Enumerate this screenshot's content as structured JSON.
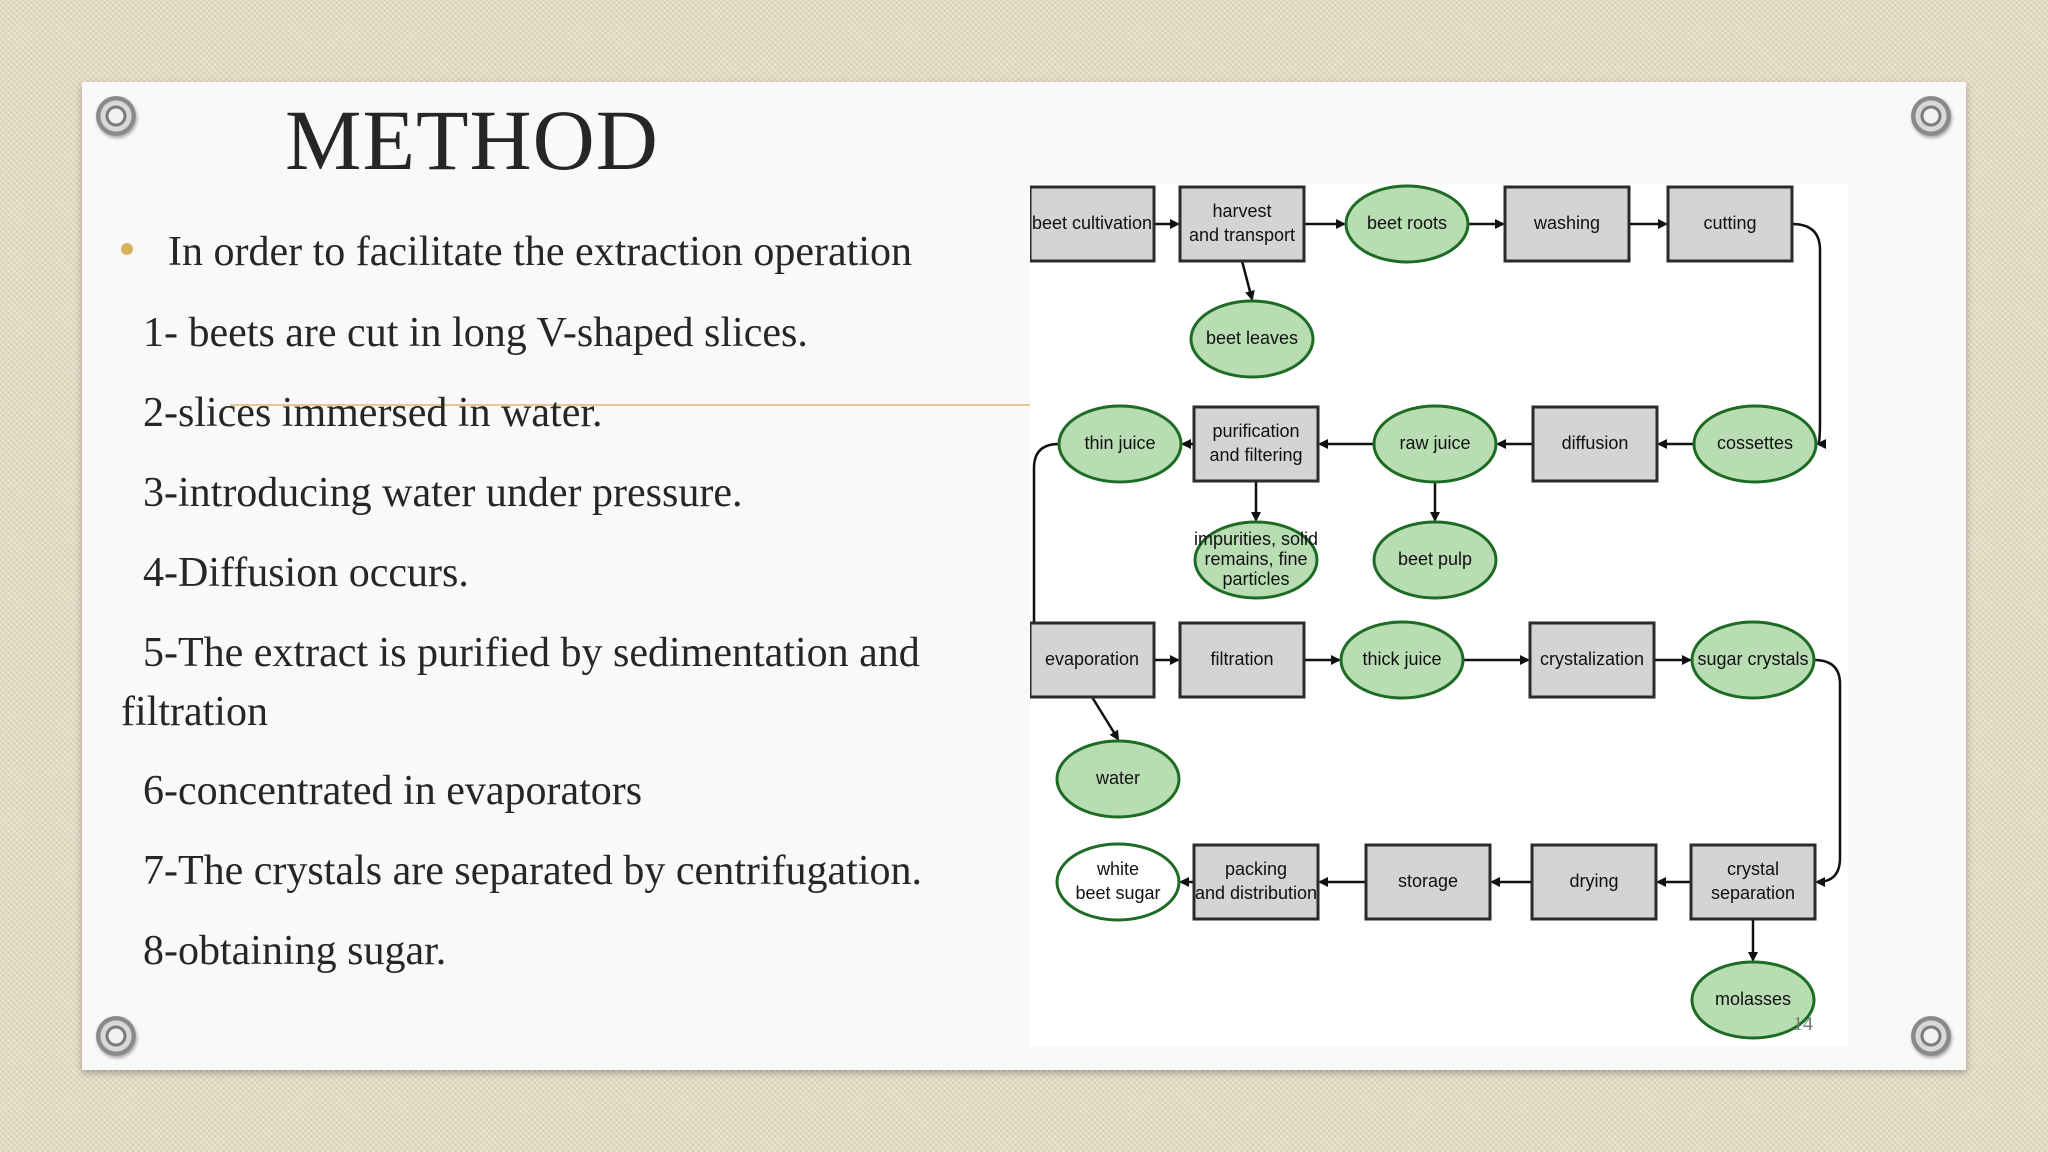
{
  "slide": {
    "title": "METHOD",
    "intro": "In order to facilitate the extraction operation",
    "steps": [
      "1- beets are cut in long V-shaped slices.",
      "2-slices immersed in water.",
      "3-introducing water under pressure.",
      "4-Diffusion occurs.",
      "5-The extract is purified by sedimentation and",
      "filtration",
      "6-concentrated in evaporators",
      "7-The crystals are separated by centrifugation.",
      "8-obtaining sugar."
    ],
    "page_number": "14"
  },
  "colors": {
    "process_box": "#d4d3d6",
    "product_oval": "#b9ddb3",
    "final_product": "#ffffff",
    "border": "#1e6b24",
    "accent": "#d9b15a"
  },
  "diagram": {
    "nodes": [
      {
        "id": "beet-cultivation",
        "kind": "box",
        "lines": [
          "beet cultivation"
        ]
      },
      {
        "id": "harvest",
        "kind": "box",
        "lines": [
          "harvest",
          "and transport"
        ]
      },
      {
        "id": "beet-roots",
        "kind": "oval",
        "lines": [
          "beet roots"
        ]
      },
      {
        "id": "washing",
        "kind": "box",
        "lines": [
          "washing"
        ]
      },
      {
        "id": "cutting",
        "kind": "box",
        "lines": [
          "cutting"
        ]
      },
      {
        "id": "beet-leaves",
        "kind": "oval",
        "lines": [
          "beet leaves"
        ]
      },
      {
        "id": "thin-juice",
        "kind": "oval",
        "lines": [
          "thin juice"
        ]
      },
      {
        "id": "purification",
        "kind": "box",
        "lines": [
          "purification",
          "and filtering"
        ]
      },
      {
        "id": "raw-juice",
        "kind": "oval",
        "lines": [
          "raw juice"
        ]
      },
      {
        "id": "diffusion",
        "kind": "box",
        "lines": [
          "diffusion"
        ]
      },
      {
        "id": "cossettes",
        "kind": "oval",
        "lines": [
          "cossettes"
        ]
      },
      {
        "id": "impurities",
        "kind": "oval",
        "lines": [
          "impurities, solid",
          "remains, fine",
          "particles"
        ]
      },
      {
        "id": "beet-pulp",
        "kind": "oval",
        "lines": [
          "beet pulp"
        ]
      },
      {
        "id": "evaporation",
        "kind": "box",
        "lines": [
          "evaporation"
        ]
      },
      {
        "id": "filtration",
        "kind": "box",
        "lines": [
          "filtration"
        ]
      },
      {
        "id": "thick-juice",
        "kind": "oval",
        "lines": [
          "thick juice"
        ]
      },
      {
        "id": "crystalization",
        "kind": "box",
        "lines": [
          "crystalization"
        ]
      },
      {
        "id": "sugar-crystals",
        "kind": "oval",
        "lines": [
          "sugar crystals"
        ]
      },
      {
        "id": "water",
        "kind": "oval",
        "lines": [
          "water"
        ]
      },
      {
        "id": "white-beet-sugar",
        "kind": "final",
        "lines": [
          "white",
          "beet sugar"
        ]
      },
      {
        "id": "packing",
        "kind": "box",
        "lines": [
          "packing",
          "and distribution"
        ]
      },
      {
        "id": "storage",
        "kind": "box",
        "lines": [
          "storage"
        ]
      },
      {
        "id": "drying",
        "kind": "box",
        "lines": [
          "drying"
        ]
      },
      {
        "id": "crystal-separation",
        "kind": "box",
        "lines": [
          "crystal",
          "separation"
        ]
      },
      {
        "id": "molasses",
        "kind": "oval",
        "lines": [
          "molasses"
        ]
      }
    ]
  }
}
